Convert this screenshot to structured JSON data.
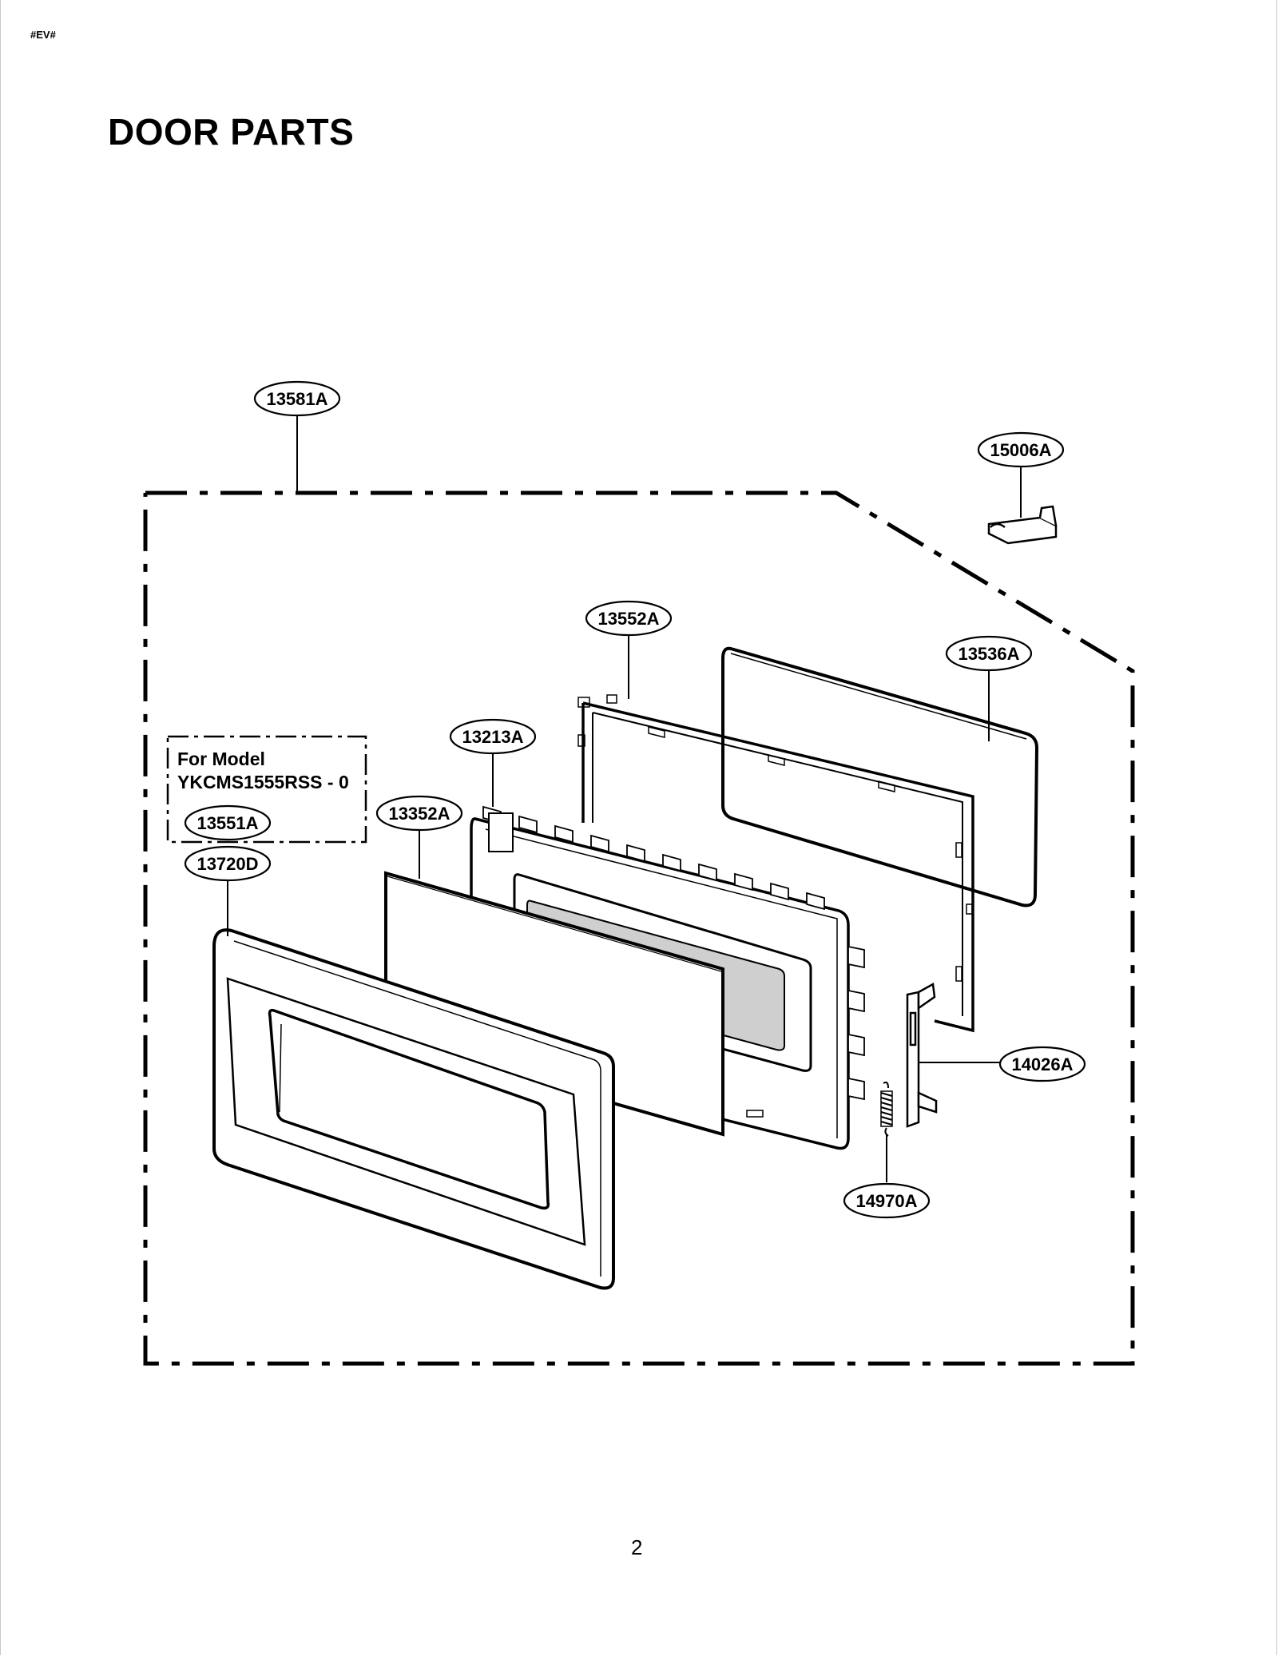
{
  "header": {
    "tag": "#EV#",
    "title": "DOOR PARTS"
  },
  "footer": {
    "page_number": "2"
  },
  "note": {
    "line1": "For Model",
    "line2": "YKCMS1555RSS - 0"
  },
  "callouts": {
    "door_assembly": "13581A",
    "hook_lever": "15006A",
    "choke_frame": "13552A",
    "door_cover": "13536A",
    "door_frame": "13213A",
    "glass_panel": "13352A",
    "model_part": "13551A",
    "door_panel": "13720D",
    "latch": "14026A",
    "spring": "14970A"
  }
}
